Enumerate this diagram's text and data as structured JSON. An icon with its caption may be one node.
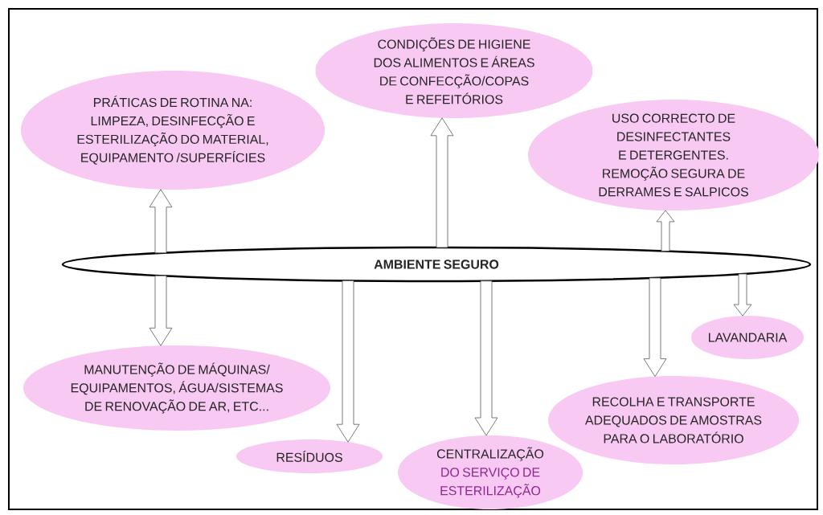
{
  "diagram": {
    "nodes": [
      {
        "text": [
          "CONDIÇÕES DE HIGIENE DOS ALIMENTOS E ÁREAS DE CONFECÇÃO/COPAS E REFEITÓRIOS"
        ]
      },
      {
        "text": [
          "PRÁTICAS DE ROTINA NA: LIMPEZA, DESINFECÇÃO E ESTERILIZAÇÃO DO MATERIAL, EQUIPAMENTO /SUPERFÍCIES"
        ]
      },
      {
        "text": [
          "USO CORRECTO DE DESINFECTANTES E DETERGENTES. REMOÇÃO SEGURA DE DERRAMES E SALPICOS"
        ]
      },
      {
        "text": [
          "AMBIENTE SEGURO"
        ]
      },
      {
        "text": [
          "LAVANDARIA"
        ]
      },
      {
        "text": [
          "MANUTENÇÃO DE MÁQUINAS/ EQUIPAMENTOS, ÁGUA/SISTEMAS DE RENOVAÇÃO DE AR, ETC..."
        ]
      },
      {
        "text": [
          "RECOLHA E TRANSPORTE ADEQUADOS DE AMOSTRAS PARA O LABORATÓRIO"
        ]
      },
      {
        "text": [
          "RESÍDUOS"
        ]
      },
      {
        "text": [
          "CENTRALIZAÇÃO",
          "DO SERVIÇO DE ESTERILIZAÇÃO"
        ]
      }
    ],
    "edges": [
      {
        "from": 3,
        "to": 1,
        "arrow": "to"
      },
      {
        "from": 3,
        "to": 5,
        "arrow": "to"
      },
      {
        "from": 3,
        "to": 0,
        "arrow": "to"
      },
      {
        "from": 3,
        "to": 7,
        "arrow": "to"
      },
      {
        "from": 3,
        "to": 8,
        "arrow": "to"
      },
      {
        "from": 3,
        "to": 2,
        "arrow": "to"
      },
      {
        "from": 3,
        "to": 6,
        "arrow": "to"
      },
      {
        "from": 3,
        "to": 4,
        "arrow": "to"
      }
    ]
  }
}
